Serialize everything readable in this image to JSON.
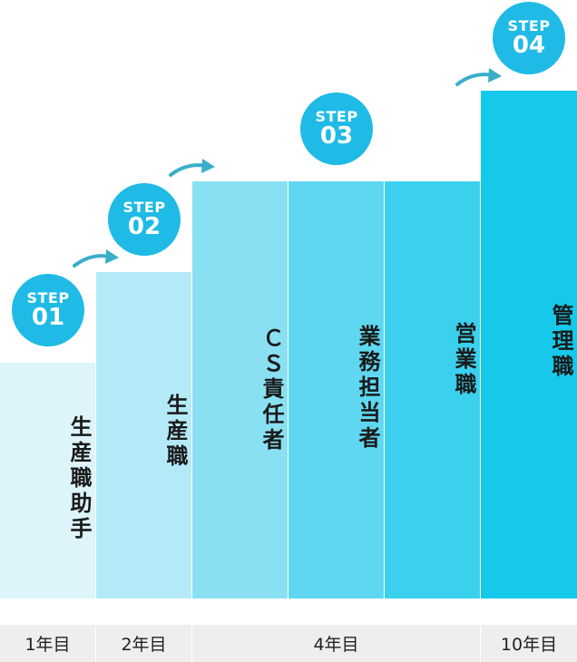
{
  "columns": [
    {
      "label": "生産職助手",
      "color": "#ddf4fa"
    },
    {
      "label": "生産職",
      "color": "#b4eaf7"
    },
    {
      "label": "ＣＳ責任者",
      "color": "#8ae0f3"
    },
    {
      "label": "業務担当者",
      "color": "#5fd7f0"
    },
    {
      "label": "営業職",
      "color": "#3bd1ee"
    },
    {
      "label": "管理職",
      "color": "#16c9eb"
    }
  ],
  "steps": [
    {
      "word": "STEP",
      "num": "01"
    },
    {
      "word": "STEP",
      "num": "02"
    },
    {
      "word": "STEP",
      "num": "03"
    },
    {
      "word": "STEP",
      "num": "04"
    }
  ],
  "years": [
    {
      "label": "1年目"
    },
    {
      "label": "2年目"
    },
    {
      "label": "4年目"
    },
    {
      "label": "10年目"
    }
  ],
  "colors": {
    "badge": "#1fbbe6",
    "arrow": "#3aaec8",
    "footer": "#eeeeee"
  }
}
